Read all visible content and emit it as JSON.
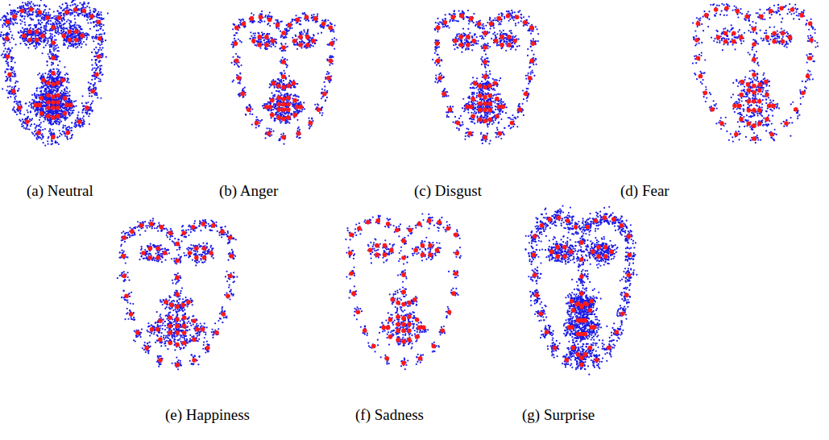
{
  "diagram": {
    "labels": [
      "(a) Neutral",
      "(b) Anger",
      "(c) Disgust",
      "(d) Fear",
      "(e) Happiness",
      "(f) Sadness",
      "(g) Surprise"
    ]
  }
}
